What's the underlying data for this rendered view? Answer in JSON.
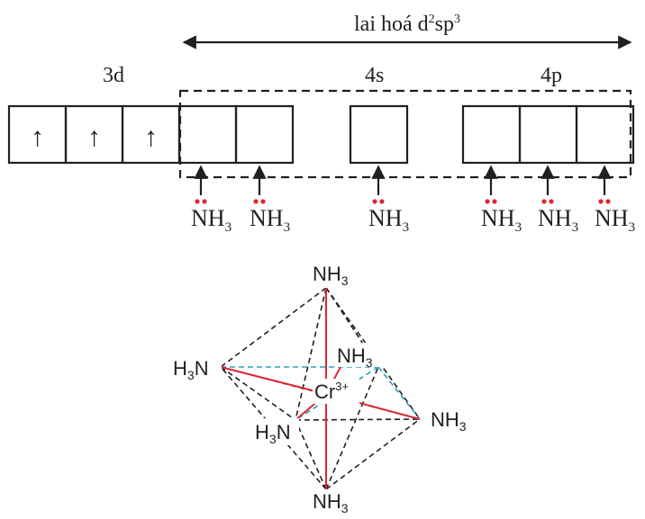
{
  "hybridization": {
    "label_prefix": "lai hoá d",
    "label_sup1": "2",
    "label_mid": "sp",
    "label_sup2": "3"
  },
  "subshells": {
    "d": "3d",
    "s": "4s",
    "p": "4p"
  },
  "orbitals": [
    {
      "id": "3d-1",
      "content": "↑"
    },
    {
      "id": "3d-2",
      "content": "↑"
    },
    {
      "id": "3d-3",
      "content": "↑"
    },
    {
      "id": "3d-4",
      "content": ""
    },
    {
      "id": "3d-5",
      "content": ""
    },
    {
      "id": "4s-1",
      "content": ""
    },
    {
      "id": "4p-1",
      "content": ""
    },
    {
      "id": "4p-2",
      "content": ""
    },
    {
      "id": "4p-3",
      "content": ""
    }
  ],
  "ligand": {
    "n": "N",
    "h": "H",
    "sub": "3"
  },
  "complex": {
    "center": "Cr",
    "charge": "3+",
    "ligand_top": "NH",
    "ligand_left_pre": "H",
    "ligand_left_post": "N",
    "ligand_back": "NH",
    "ligand_right": "NH",
    "ligand_front_pre": "H",
    "ligand_front_post": "N",
    "ligand_bottom": "NH",
    "sub": "3"
  },
  "colors": {
    "line": "#231f20",
    "lone_pair": "#e0262f",
    "bond": "#e0262f",
    "equatorial_dash": "#2aa0b8"
  }
}
